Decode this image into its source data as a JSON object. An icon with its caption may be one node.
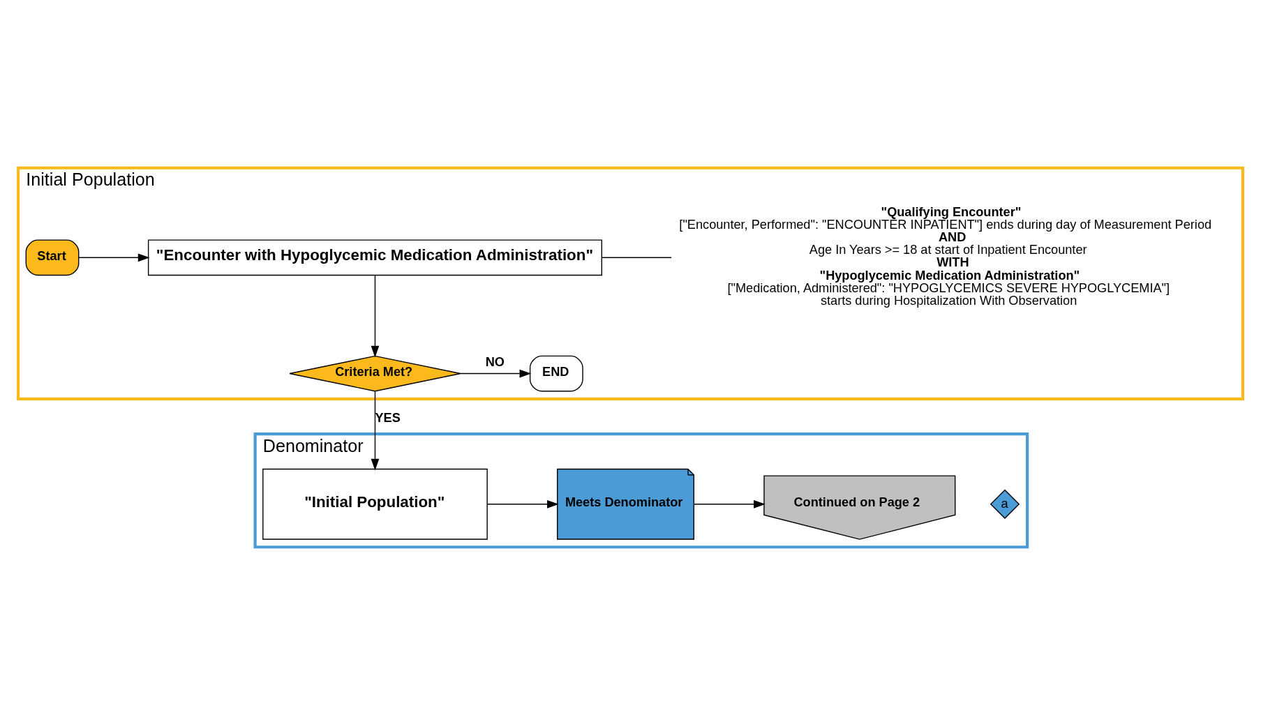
{
  "diagram": {
    "nodes": [
      {
        "text": [
          "Initial Population"
        ]
      },
      {
        "text": [
          "Start"
        ],
        "in": 0
      },
      {
        "text": [
          "\"Encounter with Hypoglycemic Medication Administration\""
        ],
        "in": 0
      },
      {
        "text": [
          "\"Qualifying Encounter\"",
          "[\"Encounter, Performed\": \"ENCOUNTER INPATIENT\"] ends during day of Measurement Period",
          "AND",
          "Age In Years >= 18 at start of Inpatient Encounter",
          "WITH",
          "\"Hypoglycemic Medication Administration\"",
          "[\"Medication, Administered\": \"HYPOGLYCEMICS SEVERE HYPOGLYCEMIA\"]",
          "starts during Hospitalization With Observation"
        ],
        "in": 0
      },
      {
        "text": [
          "END"
        ],
        "in": 0
      },
      {
        "text": [
          "Criteria Met?"
        ],
        "in": 0
      },
      {
        "text": [
          "Denominator"
        ]
      },
      {
        "text": [
          "\"Initial Population\""
        ],
        "in": 6
      },
      {
        "text": [
          "a"
        ],
        "in": 6
      },
      {
        "text": [
          "Meets Denominator"
        ],
        "in": 6
      },
      {
        "text": [
          "Continued on Page 2"
        ],
        "in": 6
      }
    ],
    "edges": [
      {
        "from": 1,
        "to": 2,
        "arrow": "to"
      },
      {
        "from": 2,
        "to": 3,
        "arrow": "none"
      },
      {
        "from": 2,
        "to": 5,
        "arrow": "to"
      },
      {
        "from": 5,
        "to": 4,
        "arrow": "to",
        "label": "NO"
      },
      {
        "from": 5,
        "to": 7,
        "arrow": "to",
        "label": "YES"
      },
      {
        "from": 7,
        "to": 9,
        "arrow": "to"
      },
      {
        "from": 9,
        "to": 10,
        "arrow": "to"
      }
    ]
  }
}
